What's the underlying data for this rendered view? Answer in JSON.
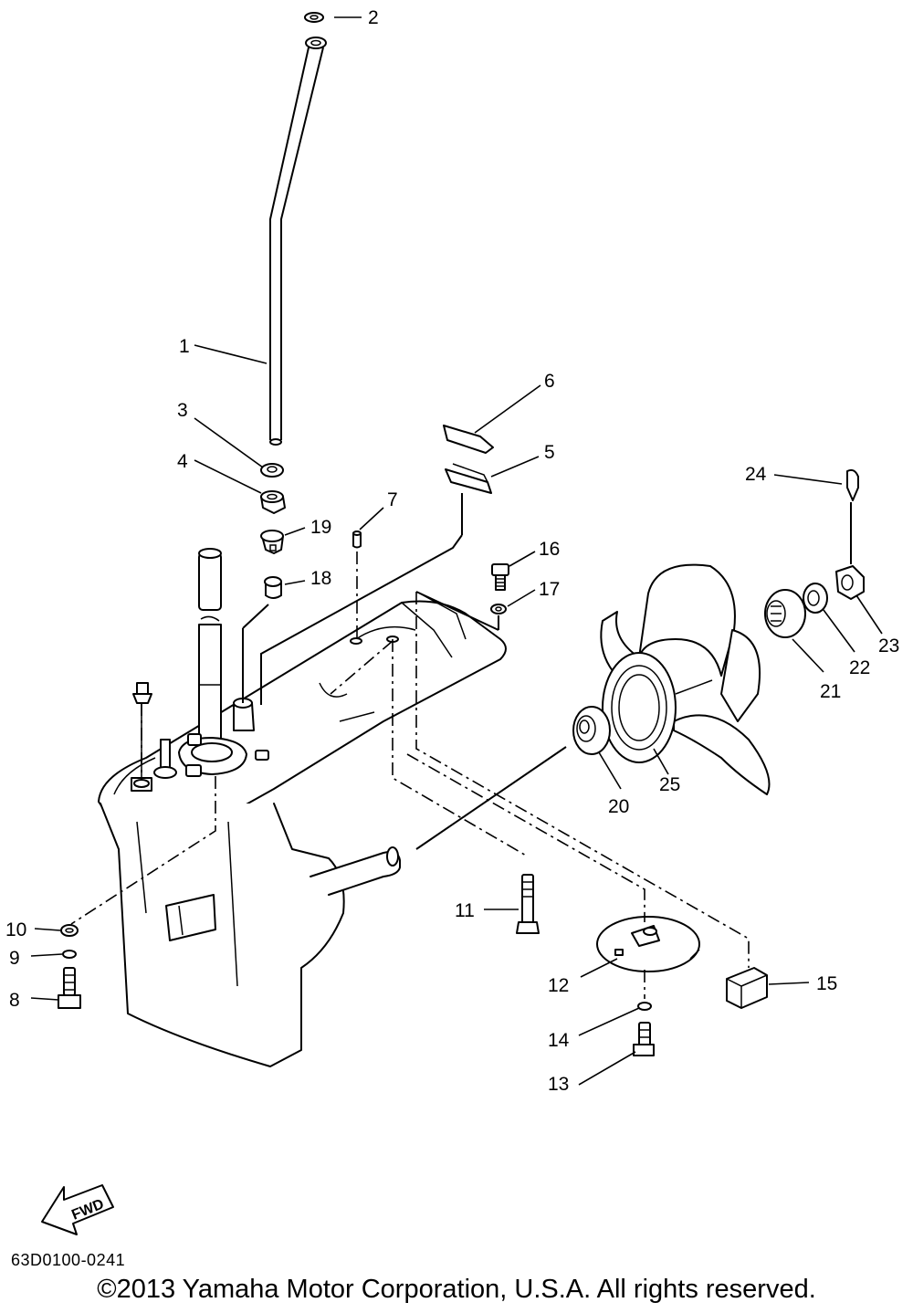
{
  "diagram": {
    "callouts": [
      {
        "number": "1",
        "label_pos": "left"
      },
      {
        "number": "2"
      },
      {
        "number": "3"
      },
      {
        "number": "4"
      },
      {
        "number": "5"
      },
      {
        "number": "6"
      },
      {
        "number": "7"
      },
      {
        "number": "8"
      },
      {
        "number": "9"
      },
      {
        "number": "10"
      },
      {
        "number": "11"
      },
      {
        "number": "12"
      },
      {
        "number": "13"
      },
      {
        "number": "14"
      },
      {
        "number": "15"
      },
      {
        "number": "16"
      },
      {
        "number": "17"
      },
      {
        "number": "18"
      },
      {
        "number": "19"
      },
      {
        "number": "20"
      },
      {
        "number": "21"
      },
      {
        "number": "22"
      },
      {
        "number": "23"
      },
      {
        "number": "24"
      },
      {
        "number": "25"
      }
    ],
    "fwd_label": "FWD"
  },
  "footer": {
    "catalog_code": "63D0100-0241",
    "copyright": "©2013 Yamaha Motor Corporation, U.S.A. All rights reserved."
  }
}
